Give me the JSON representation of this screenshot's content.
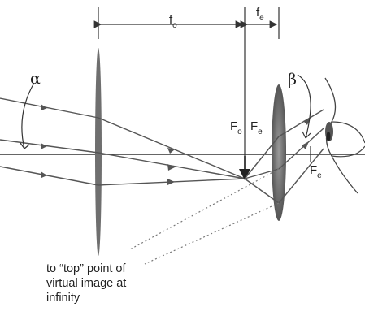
{
  "diagram": {
    "labels": {
      "objective_focal": {
        "main": "f",
        "sub": "o"
      },
      "eyepiece_focal": {
        "main": "f",
        "sub": "e"
      },
      "alpha": "α",
      "beta": "β",
      "objective_focus": {
        "main": "F",
        "sub": "o"
      },
      "eyepiece_focus_left": {
        "main": "F",
        "sub": "e"
      },
      "eyepiece_focus_right": {
        "main": "F",
        "sub": "e"
      }
    },
    "caption": {
      "line1": "to “top” point of",
      "line2": "virtual image at",
      "line3": "infinity"
    },
    "colors": {
      "ray": "#555555",
      "lens": "#6f6f6f",
      "axis": "#333333",
      "dotted": "#777777"
    }
  }
}
